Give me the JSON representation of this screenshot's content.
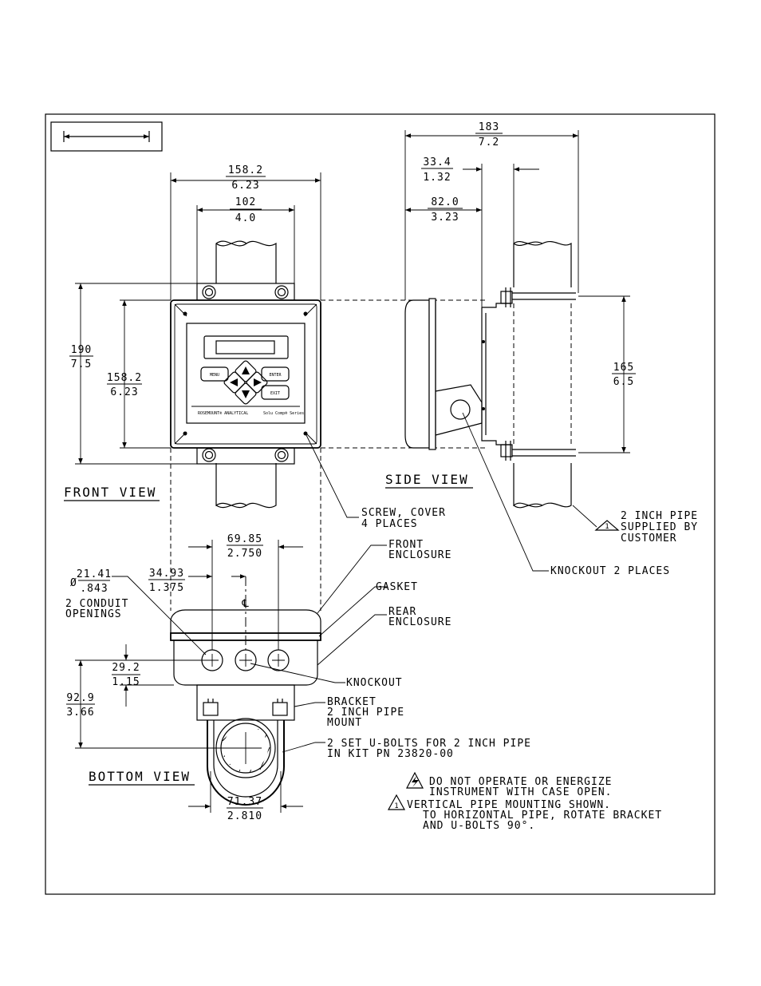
{
  "views": {
    "front": "FRONT VIEW",
    "side": "SIDE VIEW",
    "bottom": "BOTTOM VIEW"
  },
  "dimensions": {
    "overall_width": [
      "158.2",
      "6.23"
    ],
    "bolt_spacing_width": [
      "102",
      "4.0"
    ],
    "overall_height": [
      "190",
      "7.5"
    ],
    "enclosure_height": [
      "158.2",
      "6.23"
    ],
    "side_depth_total": [
      "183",
      "7.2"
    ],
    "bracket_depth": [
      "33.4",
      "1.32"
    ],
    "enclosure_depth": [
      "82.0",
      "3.23"
    ],
    "pipe_bolt_spacing": [
      "165",
      "6.5"
    ],
    "conduit_spacing": [
      "69.85",
      "2.750"
    ],
    "conduit_offset": [
      "34.93",
      "1.375"
    ],
    "conduit_diameter": [
      "21.41",
      ".843"
    ],
    "conduit_height": [
      "29.2",
      "1.15"
    ],
    "pipe_center_height": [
      "92.9",
      "3.66"
    ],
    "ubolt_spacing": [
      "71.37",
      "2.810"
    ]
  },
  "symbols": {
    "diameter": "Ø",
    "centerline": "℄",
    "note_number": "1"
  },
  "callouts": {
    "screw_cover": [
      "SCREW, COVER",
      "4 PLACES"
    ],
    "pipe_supplied": [
      "2 INCH PIPE",
      "SUPPLIED BY",
      "CUSTOMER"
    ],
    "knockout_places": "KNOCKOUT 2 PLACES",
    "front_enclosure": [
      "FRONT",
      "ENCLOSURE"
    ],
    "gasket": "GASKET",
    "rear_enclosure": [
      "REAR",
      "ENCLOSURE"
    ],
    "knockout": "KNOCKOUT",
    "bracket": [
      "BRACKET",
      "2 INCH PIPE",
      "MOUNT"
    ],
    "ubolts": [
      "2 SET U-BOLTS FOR 2 INCH PIPE",
      "IN KIT PN 23820-00"
    ],
    "conduit": [
      "2 CONDUIT",
      "OPENINGS"
    ]
  },
  "notes": {
    "warning": [
      "DO NOT OPERATE OR ENERGIZE",
      "INSTRUMENT WITH CASE OPEN."
    ],
    "mounting": [
      "VERTICAL PIPE MOUNTING SHOWN.",
      "TO HORIZONTAL PIPE, ROTATE BRACKET",
      "AND U-BOLTS 90°."
    ]
  },
  "instrument": {
    "keys": {
      "menu": "MENU",
      "enter": "ENTER",
      "exit": "EXIT"
    },
    "brand": "ROSEMOUNT® ANALYTICAL",
    "series": "Solu Comp® Series"
  }
}
